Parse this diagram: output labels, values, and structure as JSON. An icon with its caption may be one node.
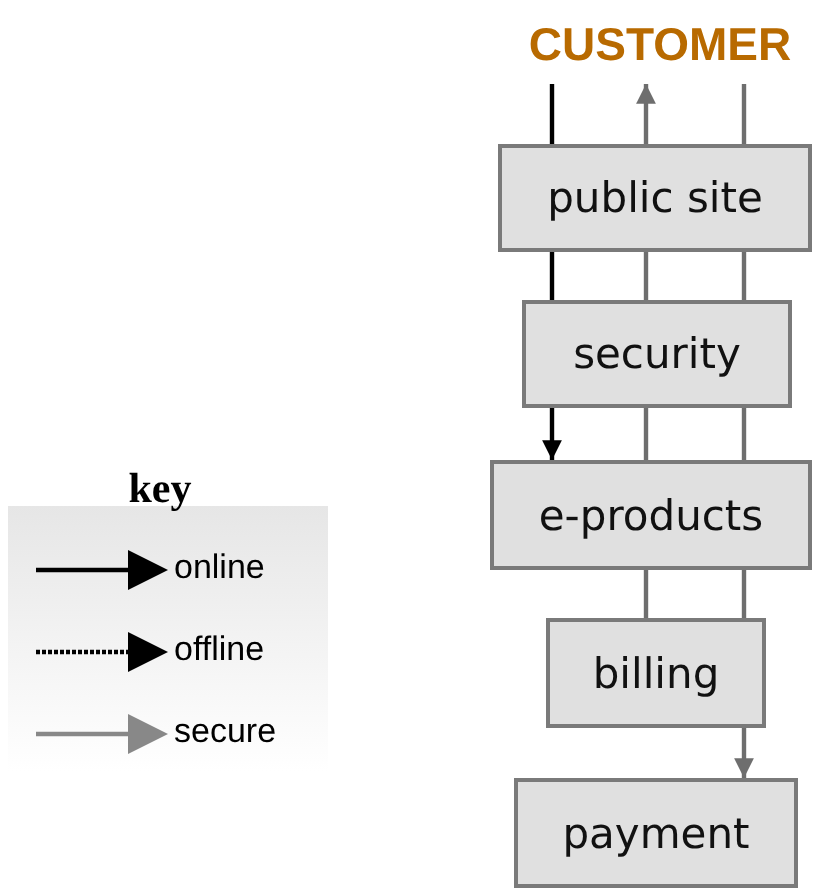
{
  "diagram": {
    "nodes": [
      {
        "text": [
          "CUSTOMER"
        ]
      },
      {
        "text": [
          "public site"
        ]
      },
      {
        "text": [
          "security"
        ]
      },
      {
        "text": [
          "e-products"
        ]
      },
      {
        "text": [
          "billing"
        ]
      },
      {
        "text": [
          "payment"
        ]
      }
    ],
    "edges": [
      {
        "from": 0,
        "to": 1,
        "arrow": "none",
        "color": "#000000"
      },
      {
        "from": 1,
        "to": 2,
        "arrow": "none",
        "color": "#000000"
      },
      {
        "from": 2,
        "to": 3,
        "arrow": "to",
        "color": "#000000"
      },
      {
        "from": 1,
        "to": 0,
        "arrow": "to"
      },
      {
        "from": 1,
        "to": 2,
        "arrow": "none"
      },
      {
        "from": 2,
        "to": 3,
        "arrow": "none"
      },
      {
        "from": 3,
        "to": 4,
        "arrow": "none"
      },
      {
        "from": 0,
        "to": 1,
        "arrow": "none"
      },
      {
        "from": 1,
        "to": 2,
        "arrow": "none"
      },
      {
        "from": 2,
        "to": 3,
        "arrow": "none"
      },
      {
        "from": 3,
        "to": 4,
        "arrow": "none"
      },
      {
        "from": 4,
        "to": 5,
        "arrow": "to"
      }
    ],
    "labels": [
      "key"
    ],
    "legend": [
      {
        "text": "online"
      },
      {
        "text": "offline"
      },
      {
        "text": "secure"
      }
    ]
  }
}
